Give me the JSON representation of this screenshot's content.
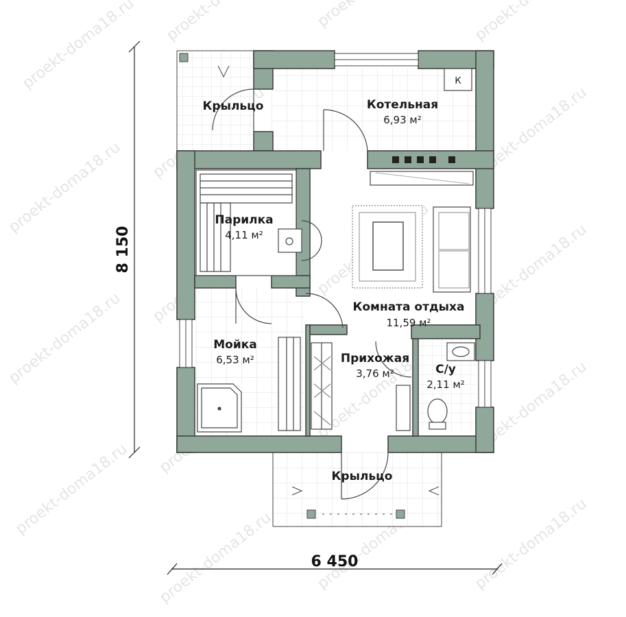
{
  "dimensions": {
    "width": "6 450",
    "height": "8 150"
  },
  "rooms": [
    {
      "id": "porch-top",
      "name": "Крыльцо",
      "area": ""
    },
    {
      "id": "boiler",
      "name": "Котельная",
      "area": "6,93 м²"
    },
    {
      "id": "steam",
      "name": "Парилка",
      "area": "4,11 м²"
    },
    {
      "id": "lounge",
      "name": "Комната отдыха",
      "area": "11,59 м²"
    },
    {
      "id": "wash",
      "name": "Мойка",
      "area": "6,53 м²"
    },
    {
      "id": "hall",
      "name": "Прихожая",
      "area": "3,76 м²"
    },
    {
      "id": "wc",
      "name": "С/у",
      "area": "2,11 м²"
    },
    {
      "id": "porch-bottom",
      "name": "Крыльцо",
      "area": ""
    }
  ],
  "boiler_mark": "К",
  "watermark": "proekt-doma18.ru",
  "colors": {
    "wall": "#8fa89a",
    "wall_edge": "#3a3a3a",
    "tile": "#d9d9d9",
    "floor": "#ffffff"
  }
}
